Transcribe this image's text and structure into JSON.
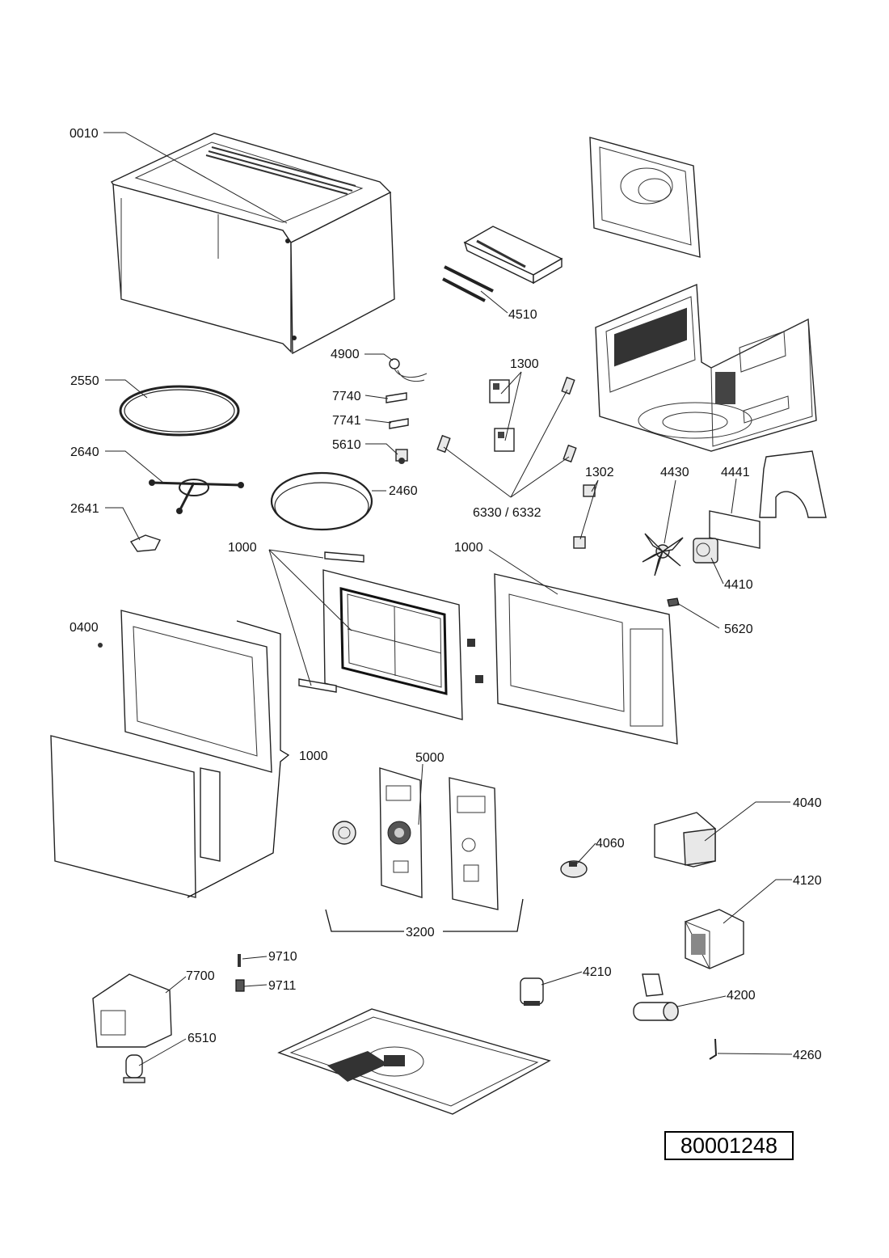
{
  "labels": {
    "l0010": "0010",
    "l4510": "4510",
    "l4900": "4900",
    "l1300": "1300",
    "l2550": "2550",
    "l7740": "7740",
    "l7741": "7741",
    "l5610": "5610",
    "l2640": "2640",
    "l2460": "2460",
    "l2641": "2641",
    "l1302": "1302",
    "l4430": "4430",
    "l4441": "4441",
    "l6330": "6330 / 6332",
    "l1000a": "1000",
    "l1000b": "1000",
    "l1000c": "1000",
    "l4410": "4410",
    "l0400": "0400",
    "l5620": "5620",
    "l5000": "5000",
    "l4040": "4040",
    "l4060": "4060",
    "l4120": "4120",
    "l3200": "3200",
    "l9710": "9710",
    "l9711": "9711",
    "l7700": "7700",
    "l4210": "4210",
    "l4200": "4200",
    "l6510": "6510",
    "l4260": "4260"
  },
  "document_number": "80001248"
}
